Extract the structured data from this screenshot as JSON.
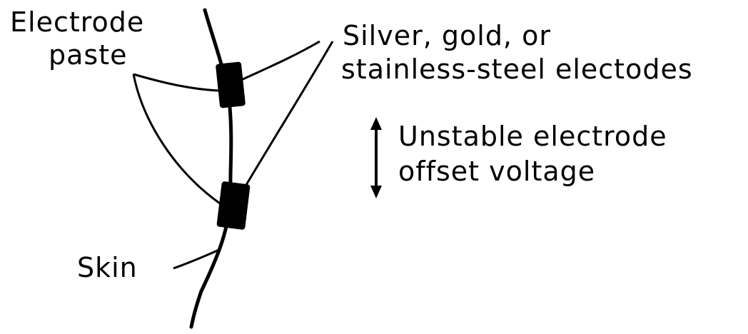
{
  "labels": {
    "electrode_paste_line1": "Electrode",
    "electrode_paste_line2": "paste",
    "electrodes_line1": "Silver, gold, or",
    "electrodes_line2": "stainless-steel electodes",
    "offset_line1": "Unstable electrode",
    "offset_line2": "offset  voltage",
    "skin": "Skin"
  },
  "colors": {
    "ink": "#000000",
    "background": "#ffffff"
  },
  "icons": {
    "offset_arrow": "double-headed-vertical-arrow-icon"
  }
}
